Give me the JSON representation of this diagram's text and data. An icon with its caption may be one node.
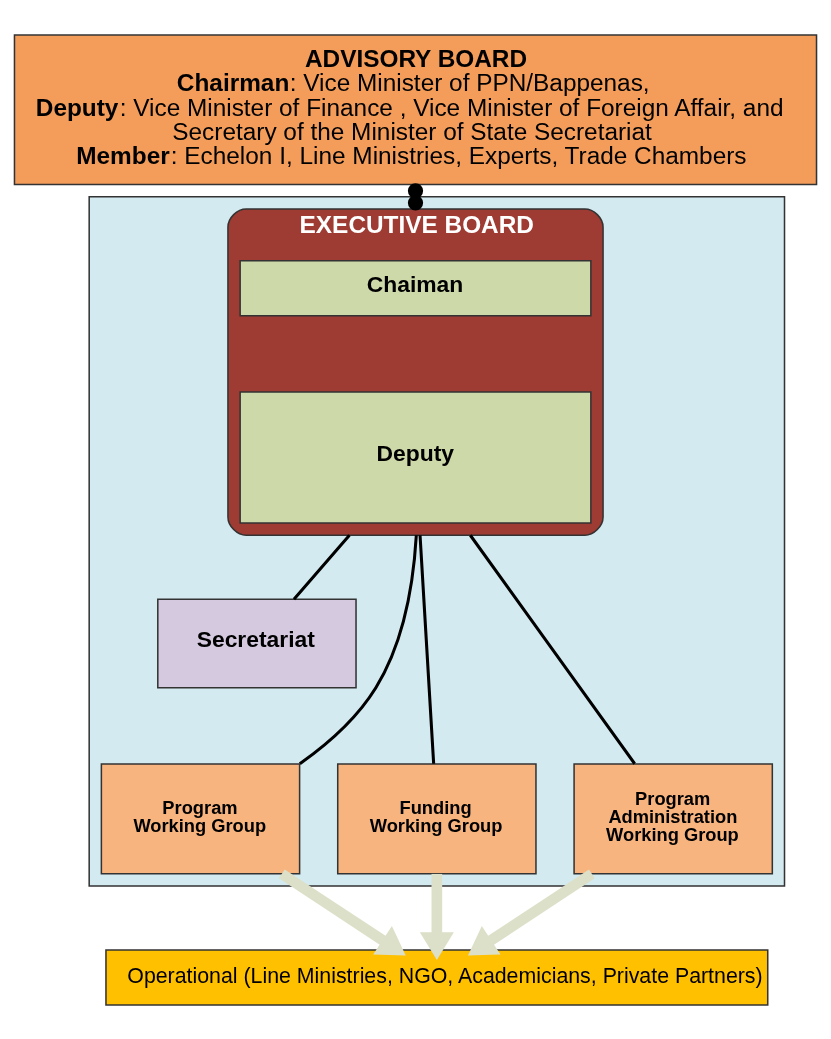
{
  "diagram": {
    "nodes": [
      {
        "text": [
          "ADVISORY BOARD",
          "**Chairman**: Vice Minister of PPN/Bappenas,",
          "**Deputy**: Vice Minister of Finance , Vice Minister of Foreign Affair, and Secretary of the Minister of State Secretariat",
          "**Member**: Echelon I, Line Ministries, Experts, Trade Chambers"
        ]
      },
      {
        "text": [],
        "shape": "box"
      },
      {
        "text": [
          "EXECUTIVE BOARD"
        ],
        "in": 1
      },
      {
        "text": [
          "Chaiman"
        ],
        "in": 2
      },
      {
        "text": [
          "Deputy"
        ],
        "in": 2
      },
      {
        "text": [
          "Secretariat"
        ],
        "in": 1
      },
      {
        "text": [
          "Program Working Group"
        ],
        "in": 1
      },
      {
        "text": [
          "Funding Working Group"
        ],
        "in": 1
      },
      {
        "text": [
          "Program Administration Working Group"
        ],
        "in": 1
      },
      {
        "text": [
          "Operational (Line Ministries, NGO, Academicians, Private Partners)"
        ]
      }
    ],
    "edges": [
      {
        "from": 0,
        "to": 2,
        "arrow": "other"
      },
      {
        "from": 2,
        "to": 5,
        "arrow": "none"
      },
      {
        "from": 2,
        "to": 6,
        "arrow": "none"
      },
      {
        "from": 2,
        "to": 7,
        "arrow": "none"
      },
      {
        "from": 2,
        "to": 8,
        "arrow": "none"
      },
      {
        "from": 6,
        "to": 9,
        "arrow": "to",
        "style": "thick",
        "color": "#dde0c8"
      },
      {
        "from": 7,
        "to": 9,
        "arrow": "to",
        "style": "thick",
        "color": "#dde0c8"
      },
      {
        "from": 8,
        "to": 9,
        "arrow": "to",
        "style": "thick",
        "color": "#dde0c8"
      }
    ]
  }
}
